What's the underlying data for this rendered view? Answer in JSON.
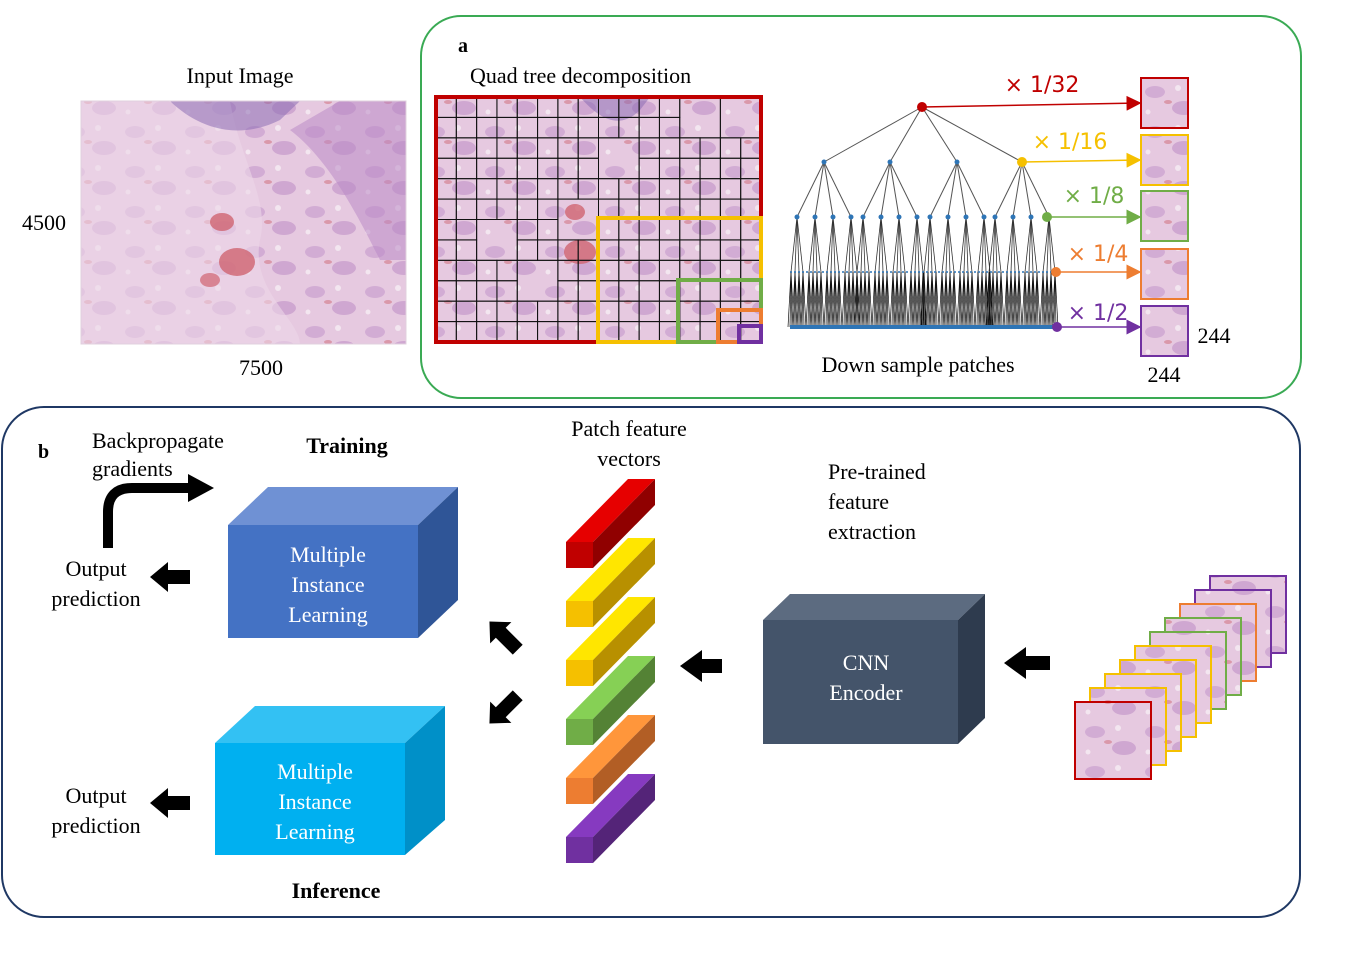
{
  "input_image": {
    "title": "Input Image",
    "height": "4500",
    "width": "7500"
  },
  "panel_a": {
    "label": "a",
    "quadtree_title": "Quad tree decomposition",
    "downsample_caption": "Down sample patches",
    "scales": [
      {
        "text": "× 1/32",
        "color": "#c00000"
      },
      {
        "text": "× 1/16",
        "color": "#f5c000"
      },
      {
        "text": "× 1/8",
        "color": "#70ad47"
      },
      {
        "text": "× 1/4",
        "color": "#ed7d31"
      },
      {
        "text": "× 1/2",
        "color": "#7030a0"
      }
    ],
    "patch_dim_right": "244",
    "patch_dim_bottom": "244"
  },
  "panel_b": {
    "label": "b",
    "backprop": "Backpropagate\ngradients",
    "training": "Training",
    "inference": "Inference",
    "output_top": "Output\nprediction",
    "output_bottom": "Output\nprediction",
    "mil_top": "Multiple\nInstance\nLearning",
    "mil_bottom": "Multiple\nInstance\nLearning",
    "patch_vectors": "Patch feature\nvectors",
    "pretrained": "Pre-trained\nfeature\nextraction",
    "cnn": "CNN\nEncoder",
    "vector_colors": [
      "#c00000",
      "#f5c000",
      "#f5c000",
      "#70ad47",
      "#ed7d31",
      "#7030a0"
    ],
    "stack_colors": [
      "#7030a0",
      "#7030a0",
      "#ed7d31",
      "#70ad47",
      "#70ad47",
      "#f5c000",
      "#f5c000",
      "#f5c000",
      "#f5c000",
      "#c00000"
    ]
  },
  "colors": {
    "panel_a_border": "#3aaa54",
    "panel_b_border": "#1f3864",
    "mil_top": "#4472c4",
    "mil_bottom": "#00b0f0",
    "cnn": "#44546a",
    "tissue": "#d9b8d8"
  }
}
